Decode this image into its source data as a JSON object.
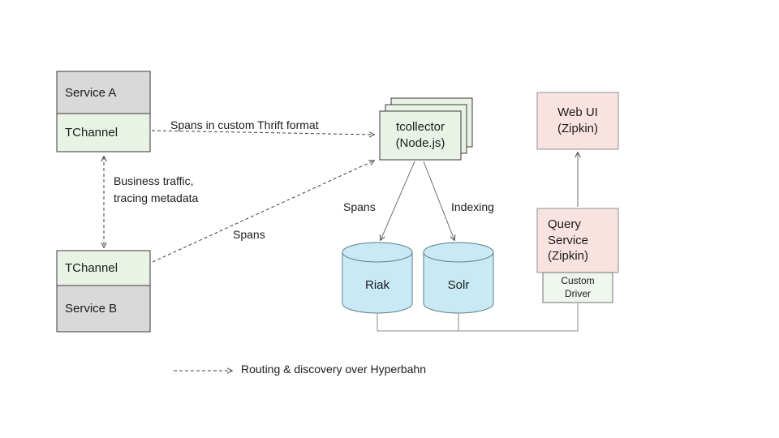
{
  "nodes": {
    "service_a": "Service A",
    "tchannel_top": "TChannel",
    "tchannel_bottom": "TChannel",
    "service_b": "Service B",
    "tcollector": "tcollector\n(Node.js)",
    "riak": "Riak",
    "solr": "Solr",
    "web_ui": "Web UI\n(Zipkin)",
    "query_service": "Query\nService\n(Zipkin)",
    "custom_driver": "Custom\nDriver"
  },
  "edge_labels": {
    "thrift": "Spans in custom Thrift format",
    "business_traffic": "Business traffic,\ntracing metadata",
    "spans_diagonal": "Spans",
    "spans_riak": "Spans",
    "indexing": "Indexing"
  },
  "legend": {
    "text": "Routing & discovery over Hyperbahn"
  },
  "colors": {
    "gray_fill": "#d9d9d9",
    "green_fill": "#e8f3e6",
    "pink_fill": "#f9e3e0",
    "cyan_fill": "#c9e9f5",
    "driver_fill": "#eef6ee",
    "dashed_line": "#3f3f3f",
    "solid_line": "#6e6e6e",
    "connector_line": "#8a8a8a",
    "border_dark": "#3a3a3a"
  }
}
